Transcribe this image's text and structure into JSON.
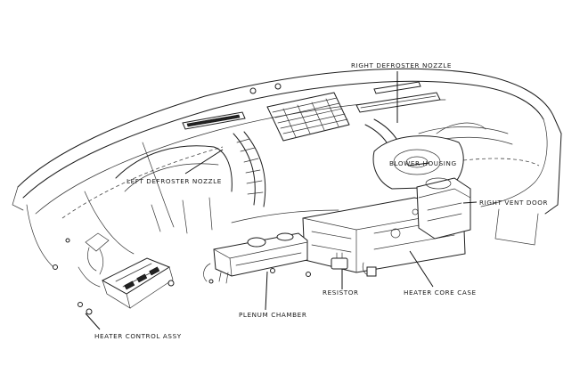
{
  "labels": {
    "right_defroster_nozzle": "RIGHT DEFROSTER NOZZLE",
    "blower_housing": "BLOWER HOUSING",
    "left_defroster_nozzle": "LEFT DEFROSTER NOZZLE",
    "right_vent_door": "RIGHT VENT DOOR",
    "resistor": "RESISTOR",
    "heater_core_case": "HEATER CORE CASE",
    "plenum_chamber": "PLENUM CHAMBER",
    "heater_control_assy": "HEATER CONTROL ASSY"
  }
}
